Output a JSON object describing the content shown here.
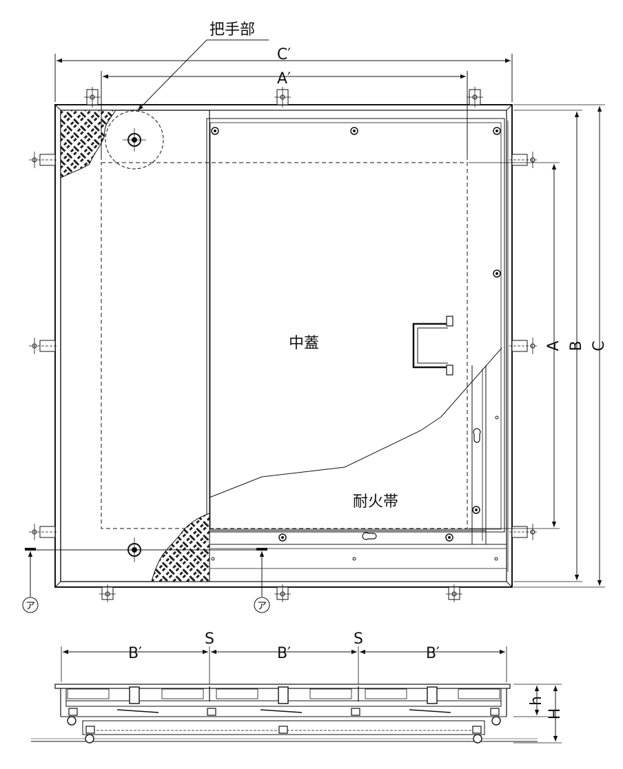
{
  "labels": {
    "handle": "把手部",
    "c_prime": "C′",
    "a_prime": "A′",
    "a": "A",
    "b": "B",
    "c": "C",
    "inner_lid": "中蓋",
    "fire_band": "耐火帯",
    "section_mark": "ア",
    "b_prime": "B′",
    "s": "S",
    "h_small": "h",
    "h_large": "H"
  }
}
